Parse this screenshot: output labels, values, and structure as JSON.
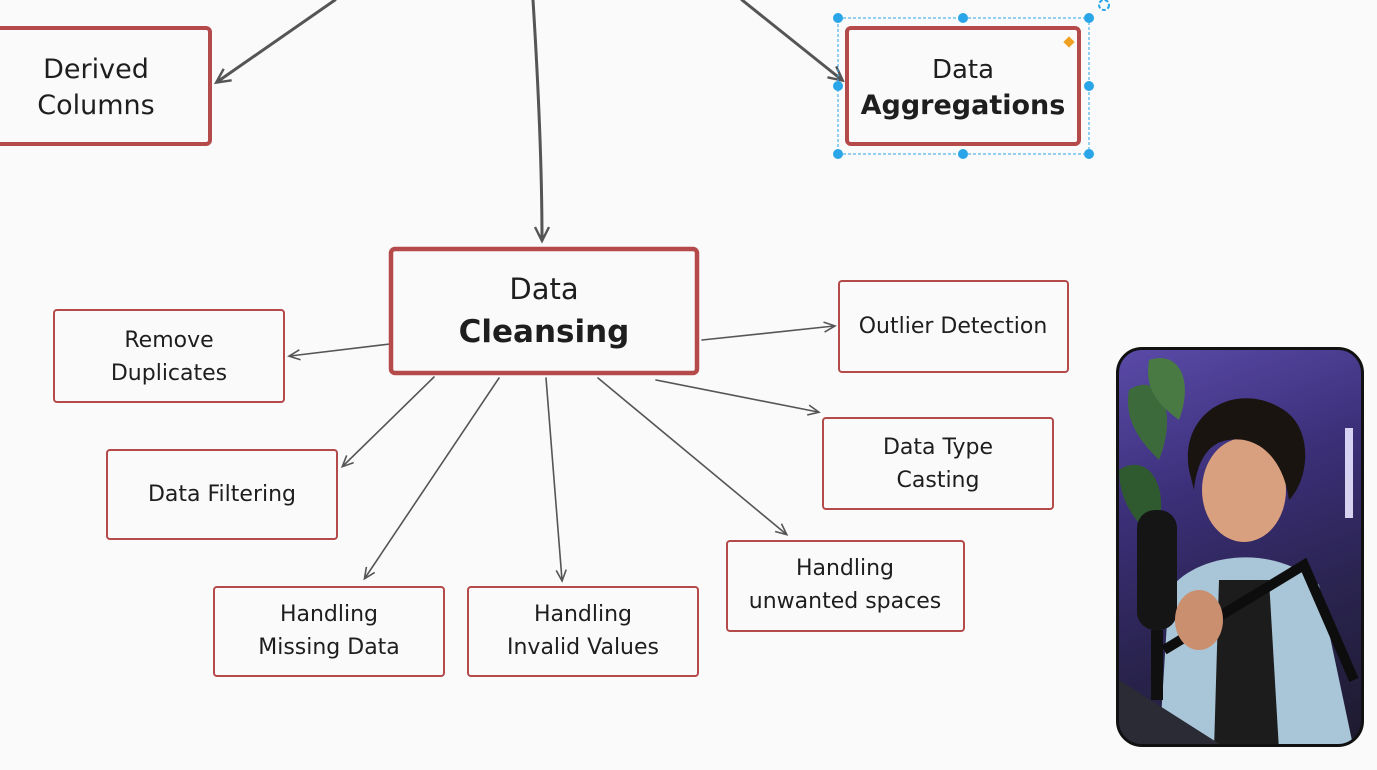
{
  "diagram": {
    "colors": {
      "border": "#b44a4a",
      "arrow": "#555555",
      "selection": "#2aa5e8",
      "selection_corner": "#f0a020"
    },
    "nodes": {
      "derived": {
        "lines": [
          "Derived",
          "Columns"
        ]
      },
      "aggregations": {
        "lines": [
          "Data",
          "Aggregations"
        ],
        "selected": true
      },
      "cleansing": {
        "lines": [
          "Data",
          "Cleansing"
        ]
      },
      "duplicates": {
        "lines": [
          "Remove",
          "Duplicates"
        ]
      },
      "outlier": {
        "lines": [
          "Outlier Detection"
        ]
      },
      "filtering": {
        "lines": [
          "Data Filtering"
        ]
      },
      "typecast": {
        "lines": [
          "Data Type",
          "Casting"
        ]
      },
      "missing": {
        "lines": [
          "Handling",
          "Missing Data"
        ]
      },
      "invalid": {
        "lines": [
          "Handling",
          "Invalid Values"
        ]
      },
      "spaces": {
        "lines": [
          "Handling",
          "unwanted spaces"
        ]
      }
    }
  },
  "webcam": {
    "icon": "presenter-video"
  }
}
